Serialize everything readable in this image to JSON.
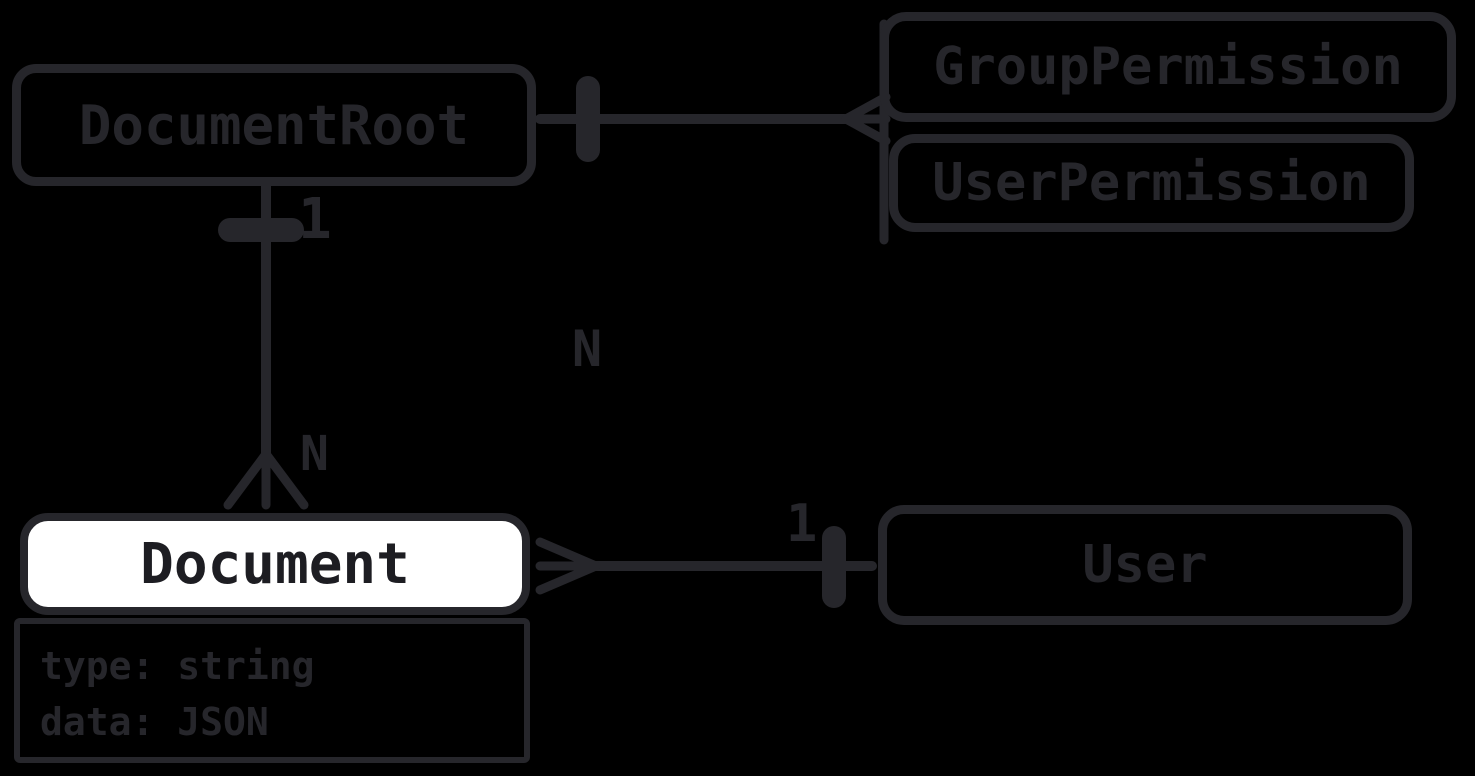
{
  "diagram_type": "entity-relationship",
  "colors": {
    "background": "#000000",
    "stroke": "#26262b",
    "document_fill": "#ffffff",
    "document_text": "#1d1d22"
  },
  "entities": [
    {
      "id": "document-root",
      "label": "DocumentRoot"
    },
    {
      "id": "group-permission",
      "label": "GroupPermission"
    },
    {
      "id": "user-permission",
      "label": "UserPermission"
    },
    {
      "id": "document",
      "label": "Document",
      "attributes": [
        "type: string",
        "data: JSON"
      ]
    },
    {
      "id": "user",
      "label": "User"
    }
  ],
  "relationships": [
    {
      "from": "DocumentRoot",
      "to": "GroupPermission/UserPermission",
      "from_marker": "one-tick",
      "to_marker": "crow-foot",
      "label": "N"
    },
    {
      "from": "DocumentRoot",
      "to": "Document",
      "from_marker": "one-tick",
      "to_marker": "crow-foot",
      "from_cardinality": "1",
      "to_cardinality": "N"
    },
    {
      "from": "Document",
      "to": "User",
      "from_marker": "crow-foot",
      "to_marker": "one-tick",
      "to_cardinality": "1"
    }
  ],
  "cardinality_labels": [
    {
      "text": "1",
      "location": "documentroot-document-top"
    },
    {
      "text": "N",
      "location": "documentroot-document-bottom"
    },
    {
      "text": "N",
      "location": "documentroot-permissions-middle"
    },
    {
      "text": "1",
      "location": "document-user-near-user"
    }
  ]
}
